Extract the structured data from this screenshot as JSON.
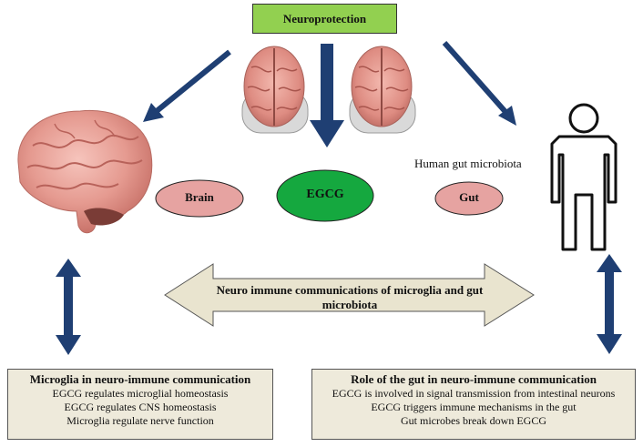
{
  "top_box": {
    "label": "Neuroprotection",
    "color": "#92d050"
  },
  "nodes": {
    "brain": {
      "label": "Brain",
      "color": "#e6a3a1"
    },
    "egcg": {
      "label": "EGCG",
      "color": "#15a83f"
    },
    "gut": {
      "label": "Gut",
      "color": "#e6a3a1"
    }
  },
  "human_label": "Human gut microbiota",
  "center_arrow": {
    "line1": "Neuro immune communications of microglia and gut",
    "line2": "microbiota",
    "color": "#e9e4cf"
  },
  "left_box": {
    "title": "Microglia in neuro-immune communication",
    "lines": [
      "EGCG regulates microglial homeostasis",
      "EGCG regulates CNS homeostasis",
      "Microglia regulate nerve function"
    ]
  },
  "right_box": {
    "title": "Role of the gut in neuro-immune communication",
    "lines": [
      "EGCG is involved in signal transmission from intestinal neurons",
      "EGCG triggers immune mechanisms in the gut",
      "Gut microbes break down EGCG"
    ]
  },
  "arrow_color": "#1f3f73",
  "icons": [
    "brain-icon",
    "brain-top-view-icon",
    "person-icon"
  ]
}
